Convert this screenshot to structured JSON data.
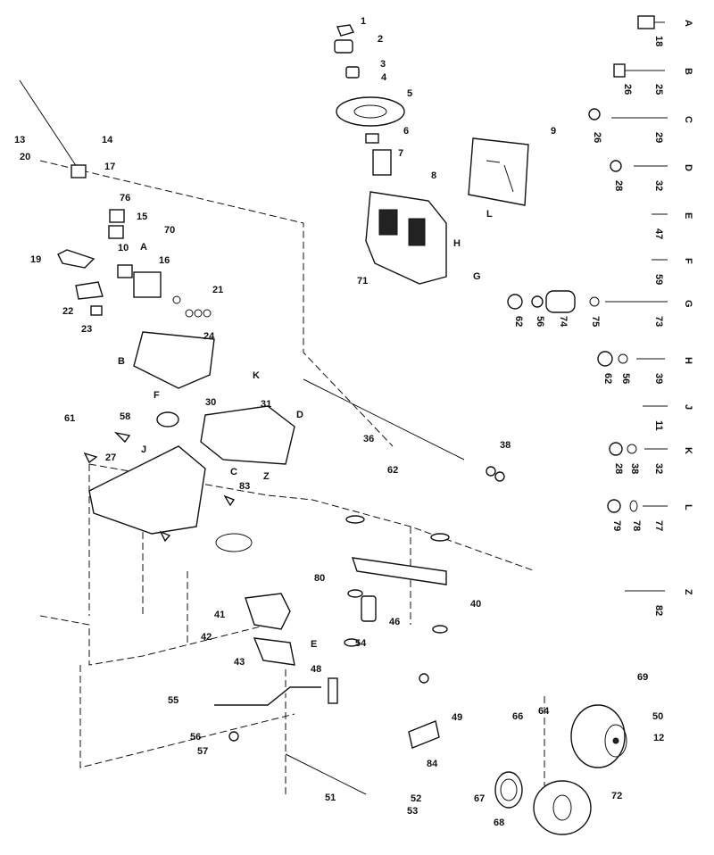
{
  "callouts": [
    "1",
    "2",
    "3",
    "4",
    "5",
    "6",
    "7",
    "8",
    "9",
    "10",
    "12",
    "13",
    "14",
    "15",
    "16",
    "17",
    "19",
    "20",
    "21",
    "22",
    "23",
    "24",
    "27",
    "30",
    "31",
    "36",
    "38",
    "40",
    "41",
    "42",
    "43",
    "46",
    "48",
    "49",
    "50",
    "51",
    "52",
    "53",
    "54",
    "55",
    "56",
    "57",
    "58",
    "61",
    "62",
    "64",
    "66",
    "67",
    "68",
    "69",
    "70",
    "71",
    "72",
    "76",
    "80",
    "83",
    "84"
  ],
  "letters": [
    "A",
    "B",
    "C",
    "D",
    "E",
    "F",
    "G",
    "H",
    "J",
    "K",
    "L",
    "Z"
  ],
  "hardware_rows": [
    {
      "letter": "A",
      "parts": [
        "18"
      ]
    },
    {
      "letter": "B",
      "parts": [
        "26",
        "25"
      ]
    },
    {
      "letter": "C",
      "parts": [
        "26",
        "29"
      ]
    },
    {
      "letter": "D",
      "parts": [
        "28",
        "32"
      ]
    },
    {
      "letter": "E",
      "parts": [
        "47"
      ]
    },
    {
      "letter": "F",
      "parts": [
        "59"
      ]
    },
    {
      "letter": "G",
      "parts": [
        "62",
        "56",
        "74",
        "75",
        "73"
      ]
    },
    {
      "letter": "H",
      "parts": [
        "62",
        "56",
        "39"
      ]
    },
    {
      "letter": "J",
      "parts": [
        "11"
      ]
    },
    {
      "letter": "K",
      "parts": [
        "28",
        "38",
        "32"
      ]
    },
    {
      "letter": "L",
      "parts": [
        "79",
        "78",
        "77"
      ]
    },
    {
      "letter": "Z",
      "parts": [
        "82"
      ]
    }
  ]
}
